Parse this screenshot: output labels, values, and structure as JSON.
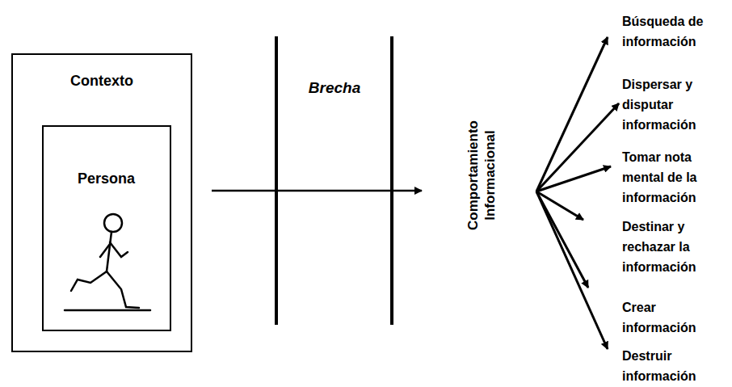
{
  "diagram": {
    "nodes": [
      {
        "text": [
          "Contexto"
        ]
      },
      {
        "text": [
          "Persona"
        ],
        "in": 0
      }
    ],
    "labels": [
      "Brecha",
      "Comportamiento Informacional",
      "Búsqueda de información",
      "Dispersar y disputar información",
      "Tomar nota mental de la información",
      "Destinar y rechazar la información",
      "Crear información",
      "Destruir información"
    ]
  }
}
